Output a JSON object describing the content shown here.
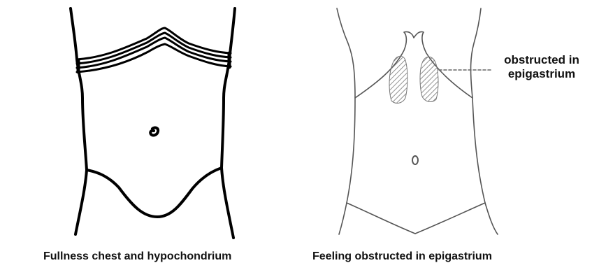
{
  "figure_left": {
    "caption": "Fullness chest and hypochondrium",
    "shaded_region": "chest-band"
  },
  "figure_right": {
    "caption": "Feeling obstructed in epigastrium",
    "shaded_region": "epigastrium"
  },
  "annotation": {
    "line1": "obstructed in",
    "line2": "epigastrium"
  },
  "colors": {
    "outline_left": "#000000",
    "outline_right": "#555555",
    "text": "#111111",
    "background": "#ffffff"
  }
}
